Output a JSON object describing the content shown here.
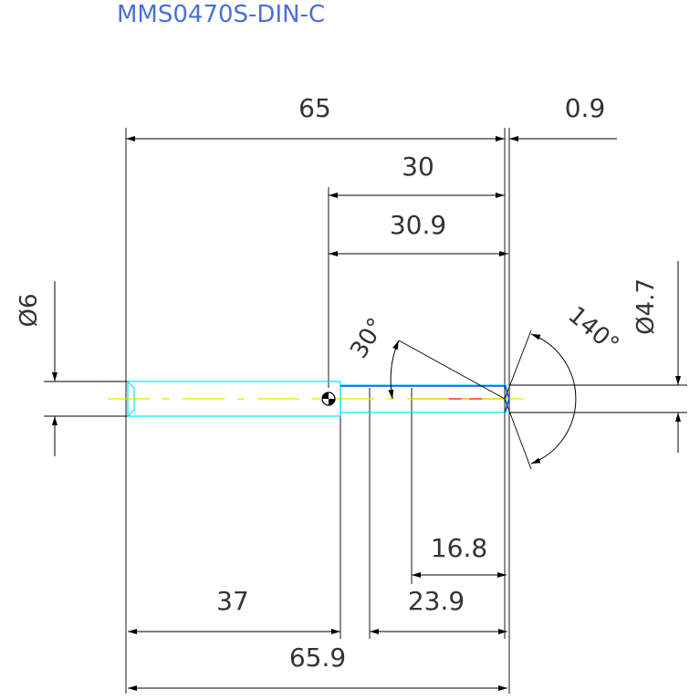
{
  "title": "MMS0470S-DIN-C",
  "colors": {
    "title": "#4a6fd8",
    "cyan": "#00e5ff",
    "yellow": "#e8e800",
    "blue": "#1a1aff",
    "red": "#ff0000",
    "black": "#000000"
  },
  "dimensions": {
    "total_length": "65",
    "tip_offset": "0.9",
    "flute_30": "30",
    "flute_30_9": "30.9",
    "dia_shank": "Ø6",
    "dia_tip": "Ø4.7",
    "angle_30": "30°",
    "angle_140": "140°",
    "len_16_8": "16.8",
    "len_37": "37",
    "len_23_9": "23.9",
    "len_65_9": "65.9"
  }
}
